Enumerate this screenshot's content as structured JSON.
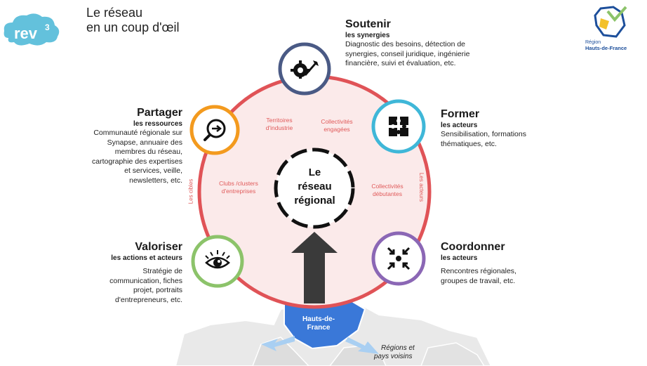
{
  "header": {
    "title_line1": "Le réseau",
    "title_line2": "en un coup d'œil"
  },
  "logos": {
    "rev3": "rev",
    "rev3_sup": "3",
    "region_small": "Région",
    "region_name": "Hauts-de-France"
  },
  "center": {
    "line1": "Le",
    "line2": "réseau",
    "line3": "régional"
  },
  "blocks": {
    "soutenir": {
      "title": "Soutenir",
      "sub": "les synergies",
      "desc": [
        "Diagnostic des besoins, détection de",
        "synergies, conseil juridique, ingénierie",
        "financière, suivi et évaluation, etc."
      ]
    },
    "partager": {
      "title": "Partager",
      "sub": "les ressources",
      "desc": [
        "Communauté régionale sur",
        "Synapse, annuaire des",
        "membres du réseau,",
        "cartographie des expertises",
        "et services, veille,",
        "newsletters, etc."
      ]
    },
    "former": {
      "title": "Former",
      "sub": "les acteurs",
      "desc": [
        "Sensibilisation, formations",
        "thématiques, etc."
      ]
    },
    "valoriser": {
      "title": "Valoriser",
      "sub": "les actions et acteurs",
      "desc": [
        "Stratégie de",
        "communication, fiches",
        "projet, portraits",
        "d'entrepreneurs, etc."
      ]
    },
    "coordonner": {
      "title": "Coordonner",
      "sub": "les acteurs",
      "desc": [
        "Rencontres régionales,",
        "groupes de travail, etc."
      ]
    }
  },
  "ring": {
    "territoires": [
      "Territoires",
      "d'industrie"
    ],
    "collectivites_engagees": [
      "Collectivités",
      "engagées"
    ],
    "clubs": [
      "Clubs /clusters",
      "d'entreprises"
    ],
    "collectivites_debutantes": [
      "Collectivités",
      "débutantes"
    ],
    "les_cibles": "Les cibles",
    "les_acteurs": "Les acteurs"
  },
  "map": {
    "hdf": [
      "Hauts-de-",
      "France"
    ],
    "neighbors": [
      "Régions et",
      "pays voisins"
    ]
  },
  "colors": {
    "soutenir": "#4a5a85",
    "partager": "#f39a1e",
    "former": "#3fb7d8",
    "valoriser": "#8cc36a",
    "coordonner": "#8b67b5",
    "ring": "#e05357",
    "ring_fill": "#fbeaea",
    "hdf": "#3a78d8",
    "arrow": "#3a3a3a"
  }
}
